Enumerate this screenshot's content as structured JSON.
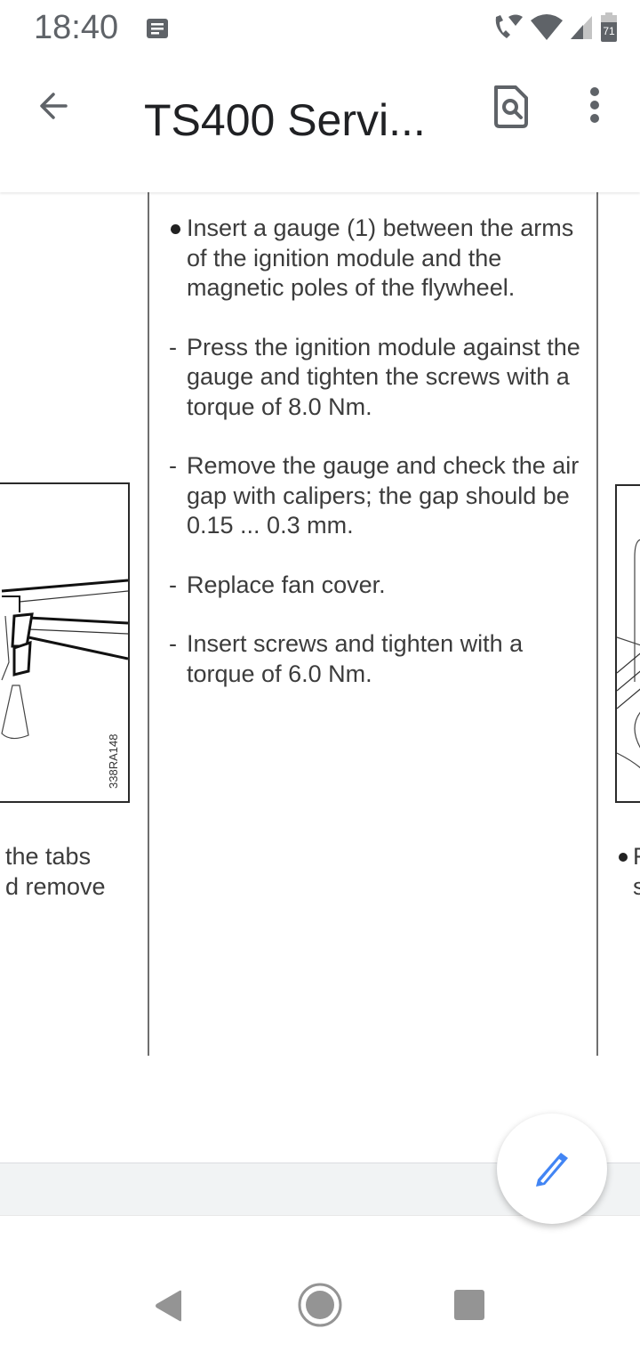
{
  "status_bar": {
    "time": "18:40",
    "notification_icon": "message-icon",
    "icons": [
      "wifi-call-icon",
      "wifi-icon",
      "cell-signal-icon",
      "battery-icon"
    ],
    "battery_level": "71"
  },
  "app_bar": {
    "back_icon": "arrow-back-icon",
    "title": "TS400 Servi...",
    "find_icon": "find-in-page-icon",
    "more_icon": "more-vert-icon"
  },
  "document": {
    "center_column": {
      "items": [
        {
          "marker": "bullet",
          "text": "Insert a gauge (1) between the arms of the ignition module and the magnetic poles of the flywheel."
        },
        {
          "marker": "-",
          "text": "Press the ignition module against the gauge and tighten the screws with a torque of 8.0 Nm."
        },
        {
          "marker": "-",
          "text": "Remove the gauge and check the air gap with calipers; the gap should be 0.15 ... 0.3 mm."
        },
        {
          "marker": "-",
          "text": "Replace fan cover."
        },
        {
          "marker": "-",
          "text": "Insert screws and tighten with a torque of 6.0 Nm."
        }
      ]
    },
    "left_column": {
      "figure_code": "338RA148",
      "text_lines": [
        "the tabs",
        "d remove"
      ]
    },
    "right_column": {
      "text_lines": [
        "F",
        "s"
      ]
    }
  },
  "fab": {
    "icon": "edit-pencil-icon",
    "color": "#4285f4"
  },
  "nav_bar": {
    "back": "nav-back-icon",
    "home": "nav-home-icon",
    "recents": "nav-recents-icon"
  }
}
